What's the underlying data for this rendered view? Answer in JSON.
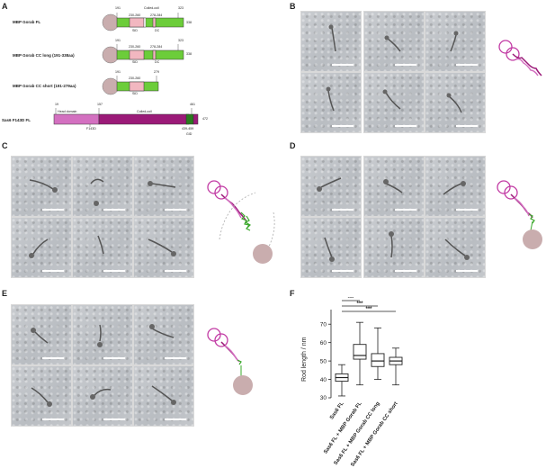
{
  "panels": {
    "A": "A",
    "B": "B",
    "C": "C",
    "D": "D",
    "E": "E",
    "F": "F"
  },
  "constructs": [
    {
      "label": "MBP Gorab FL",
      "start": "191",
      "end": "323",
      "total": "338",
      "region1": "230-260",
      "region2": "278-284",
      "coiled": "Coiled-coil",
      "sid": "SID",
      "dc": "DC",
      "mbp": "MBP"
    },
    {
      "label": "MBP Gorab CC long (191-338aa)",
      "start": "191",
      "end": "323",
      "total": "338",
      "region1": "230-260",
      "region2": "278-284",
      "sid": "SID",
      "dc": "DC",
      "mbp": "MBP"
    },
    {
      "label": "MBP Gorab CC short (191-279aa)",
      "start": "191",
      "end": "279",
      "region1": "230-260",
      "sid": "SID",
      "mbp": "MBP"
    }
  ],
  "sas6": {
    "label": "Sas6 F143D FL",
    "n19": "19",
    "n157": "157",
    "n461": "461",
    "total": "472",
    "head": "Head domain",
    "coiled": "Coiled-coil",
    "mutation": "F143D",
    "gid_range": "439-459",
    "gid": "GID"
  },
  "chart_data": {
    "type": "box",
    "categories": [
      "Sas6 FL",
      "Sas6 FL + MBP Gorab FL",
      "Sas6 FL + MBP Gorab CC long",
      "Sas6 FL + MBP Gorab CC short"
    ],
    "boxes": [
      {
        "min": 31,
        "q1": 39,
        "median": 41,
        "q3": 43,
        "max": 48
      },
      {
        "min": 37,
        "q1": 51,
        "median": 53,
        "q3": 59,
        "max": 71
      },
      {
        "min": 40,
        "q1": 47,
        "median": 50,
        "q3": 54,
        "max": 68
      },
      {
        "min": 37,
        "q1": 48,
        "median": 50,
        "q3": 52,
        "max": 57
      }
    ],
    "ylabel": "Rod length / nm",
    "ylim": [
      30,
      75
    ],
    "yticks": [
      30,
      40,
      50,
      60,
      70
    ],
    "significance": [
      {
        "from": 0,
        "to": 1,
        "label": "***"
      },
      {
        "from": 0,
        "to": 2,
        "label": "***"
      },
      {
        "from": 0,
        "to": 3,
        "label": "***"
      }
    ]
  },
  "colors": {
    "green": "#6ccd3a",
    "pink": "#f2b7c0",
    "magenta": "#9b1a78",
    "light_magenta": "#d370c0",
    "mbp_gray": "#c9adae",
    "dark_green": "#2b7a1f"
  }
}
